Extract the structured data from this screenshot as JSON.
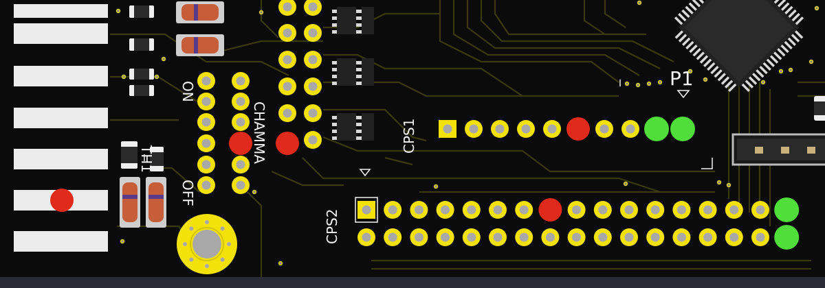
{
  "labels": {
    "on": "ON",
    "off": "OFF",
    "th1": "TH1",
    "chamma": "CHAMMA",
    "cps1": "CPS1",
    "cps2": "CPS2",
    "p1": "P1"
  },
  "colors": {
    "board": "#0b0b0b",
    "edge": "#2b2b38",
    "trace": "#3a3a12",
    "copper": "#f2e20a",
    "drill": "#a8a8a8",
    "silk": "#f2f2f2",
    "marker_red": "#e02a1c",
    "marker_green": "#4fde3a",
    "ic_body": "#222222",
    "pin": "#d8d8d8",
    "resistor_band": "#c8481c"
  },
  "connectors": {
    "cps1_pin_states": [
      "square",
      "normal",
      "normal",
      "normal",
      "normal",
      "red",
      "normal",
      "normal",
      "green",
      "green"
    ],
    "cps2_top_states": [
      "square",
      "normal",
      "normal",
      "normal",
      "normal",
      "normal",
      "normal",
      "red",
      "normal",
      "normal",
      "normal",
      "normal",
      "normal",
      "normal",
      "normal",
      "normal",
      "green"
    ],
    "cps2_bottom_states": [
      "normal",
      "normal",
      "normal",
      "normal",
      "normal",
      "normal",
      "normal",
      "normal",
      "normal",
      "normal",
      "normal",
      "normal",
      "normal",
      "normal",
      "normal",
      "normal",
      "green"
    ]
  }
}
